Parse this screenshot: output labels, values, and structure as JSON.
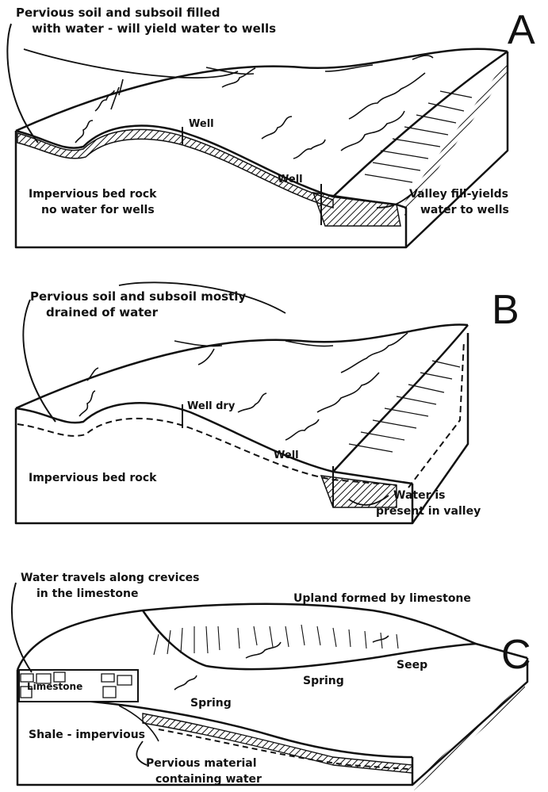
{
  "panel_a": {
    "letter": "A",
    "soil_label_line1": "Pervious soil and subsoil filled",
    "soil_label_line2": "with water - will yield water to wells",
    "well_upper": "Well",
    "well_lower": "Well",
    "bedrock_line1": "Impervious bed rock",
    "bedrock_line2": "no water for wells",
    "valley_line1": "Valley fill-yields",
    "valley_line2": "water to wells"
  },
  "panel_b": {
    "letter": "B",
    "soil_label_line1": "Pervious soil and subsoil mostly",
    "soil_label_line2": "drained of water",
    "well_dry": "Well dry",
    "well": "Well",
    "bedrock": "Impervious bed rock",
    "water_line1": "Water is",
    "water_line2": "present in valley"
  },
  "panel_c": {
    "letter": "C",
    "crevice_line1": "Water travels along crevices",
    "crevice_line2": "in the limestone",
    "upland": "Upland formed by limestone",
    "limestone": "Limestone",
    "spring_left": "Spring",
    "spring_right": "Spring",
    "seep": "Seep",
    "shale": "Shale - impervious",
    "pervious_line1": "Pervious material",
    "pervious_line2": "containing water"
  }
}
